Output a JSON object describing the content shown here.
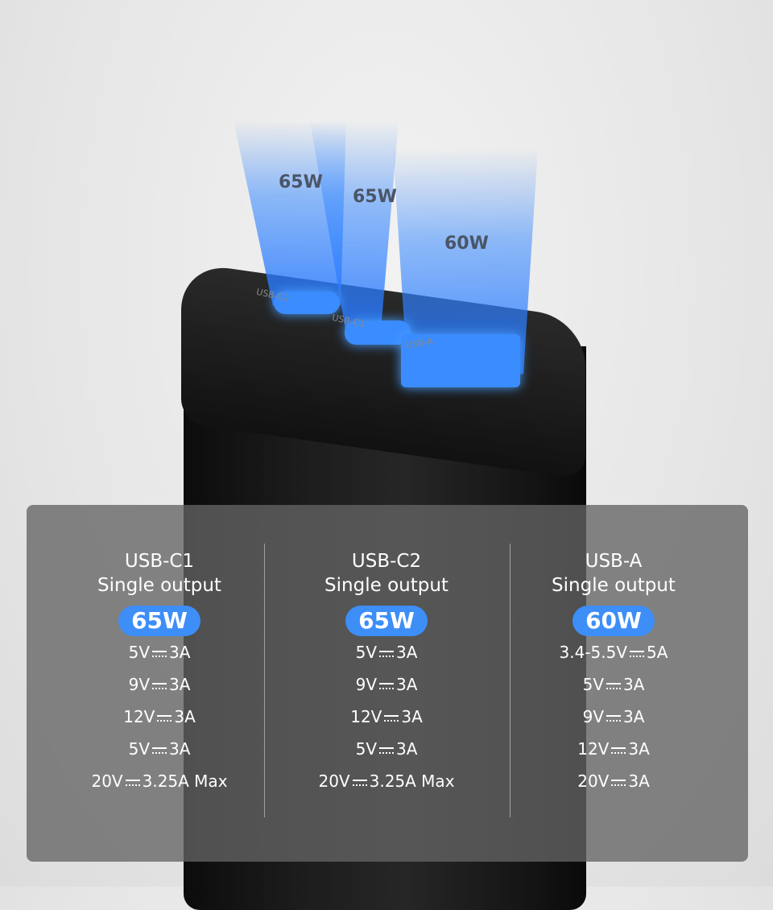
{
  "beams": [
    {
      "label": "65W"
    },
    {
      "label": "65W"
    },
    {
      "label": "60W"
    }
  ],
  "ports": [
    "USB-C2",
    "USB-C1",
    "USB-A"
  ],
  "columns": [
    {
      "port": "USB-C1",
      "mode": "Single output",
      "power": "65W",
      "specs": [
        [
          "5V",
          "3A"
        ],
        [
          "9V",
          "3A"
        ],
        [
          "12V",
          "3A"
        ],
        [
          "5V",
          "3A"
        ],
        [
          "20V",
          "3.25A Max"
        ]
      ]
    },
    {
      "port": "USB-C2",
      "mode": "Single output",
      "power": "65W",
      "specs": [
        [
          "5V",
          "3A"
        ],
        [
          "9V",
          "3A"
        ],
        [
          "12V",
          "3A"
        ],
        [
          "5V",
          "3A"
        ],
        [
          "20V",
          "3.25A Max"
        ]
      ]
    },
    {
      "port": "USB-A",
      "mode": "Single output",
      "power": "60W",
      "specs": [
        [
          "3.4-5.5V",
          "5A"
        ],
        [
          "5V",
          "3A"
        ],
        [
          "9V",
          "3A"
        ],
        [
          "12V",
          "3A"
        ],
        [
          "20V",
          "3A"
        ]
      ]
    }
  ],
  "colors": {
    "accent": "#3d8ef7",
    "panel": "#646464"
  }
}
